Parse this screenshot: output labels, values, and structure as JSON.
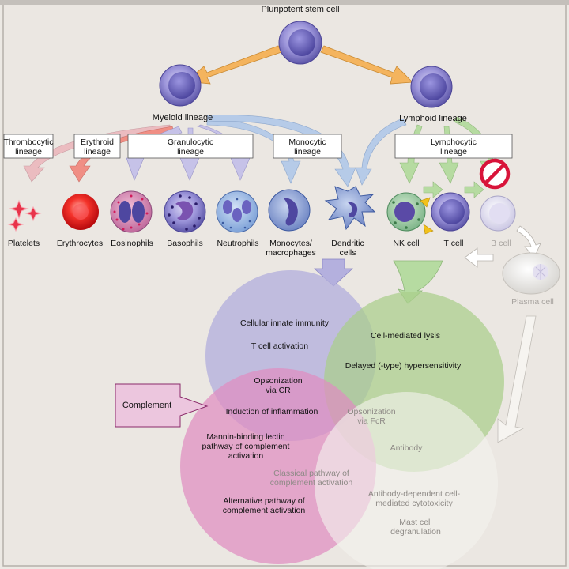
{
  "cells": {
    "stem": "Pluripotent stem cell",
    "myeloid": "Myeloid lineage",
    "lymphoid": "Lymphoid lineage"
  },
  "lineages": {
    "thrombocytic": [
      "Thrombocytic",
      "lineage"
    ],
    "erythroid": [
      "Erythroid",
      "lineage"
    ],
    "granulocytic": [
      "Granulocytic",
      "lineage"
    ],
    "monocytic": [
      "Monocytic",
      "lineage"
    ],
    "lymphocytic": [
      "Lymphocytic",
      "lineage"
    ]
  },
  "cell_types": {
    "platelets": "Platelets",
    "erythrocytes": "Erythrocytes",
    "eosinophils": "Eosinophils",
    "basophils": "Basophils",
    "neutrophils": "Neutrophils",
    "monocytes": [
      "Monocytes/",
      "macrophages"
    ],
    "dendritic": [
      "Dendritic",
      "cells"
    ],
    "nk": "NK cell",
    "t": "T cell",
    "b": "B cell",
    "plasma": "Plasma cell"
  },
  "functions": {
    "cellular_innate": "Cellular innate immunity",
    "t_activation": "T cell activation",
    "cell_lysis": "Cell-mediated lysis",
    "delayed": "Delayed (-type) hypersensitivity",
    "opson_cr": [
      "Opsonization",
      "via CR"
    ],
    "inflammation": "Induction of inflammation",
    "opson_fcr": [
      "Opsonization",
      "via FcR"
    ],
    "mannin": [
      "Mannin-binding lectin",
      "pathway of complement",
      "activation"
    ],
    "antibody": "Antibody",
    "classical": [
      "Classical pathway of",
      "complement activation"
    ],
    "alternative": [
      "Alternative pathway of",
      "complement activation"
    ],
    "adcc": [
      "Antibody-dependent cell-",
      "mediated cytotoxicity"
    ],
    "mast": [
      "Mast cell",
      "degranulation"
    ]
  },
  "complement": "Complement",
  "colors": {
    "purple_circle": "#b3b0dc",
    "green_circle": "#a9cf8a",
    "pink_circle": "#df8ec0",
    "white_circle": "#f4f2ee",
    "orange_arrow": "#f4b45e",
    "blue_arrow": "#a6c5e6",
    "green_arrow": "#b6dba1",
    "prohibited": "#d8143a"
  }
}
